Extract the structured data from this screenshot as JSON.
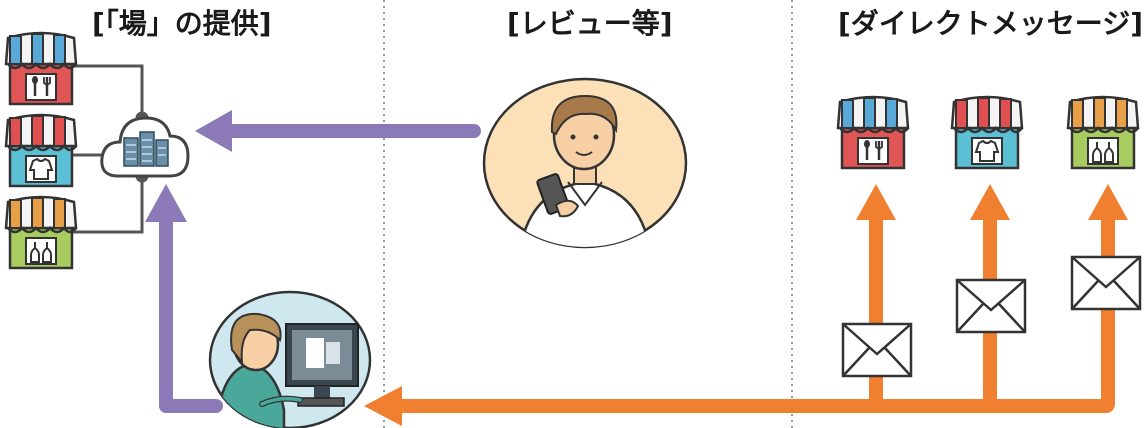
{
  "headings": {
    "platform": "[「場」の提供]",
    "reviews": "[レビュー等]",
    "direct_message": "[ダイレクトメッセージ]"
  },
  "colors": {
    "review_arrow": "#8c7ab8",
    "message_arrow": "#f08030",
    "divider": "#9a9a9a",
    "awning_red": "#e05050",
    "awning_blue": "#58a8d8",
    "awning_orange": "#e8a048",
    "shop_red": "#e05555",
    "shop_blue": "#5cc0d4",
    "shop_green": "#a8cc60",
    "reviewer_bg": "#fbe0b8",
    "worker_bg": "#cfe8f0"
  },
  "icons": {
    "shop_types": [
      "restaurant-icon",
      "clothing-icon",
      "liquor-icon"
    ],
    "cloud": "cloud-server-icon",
    "message": "envelope-icon"
  }
}
